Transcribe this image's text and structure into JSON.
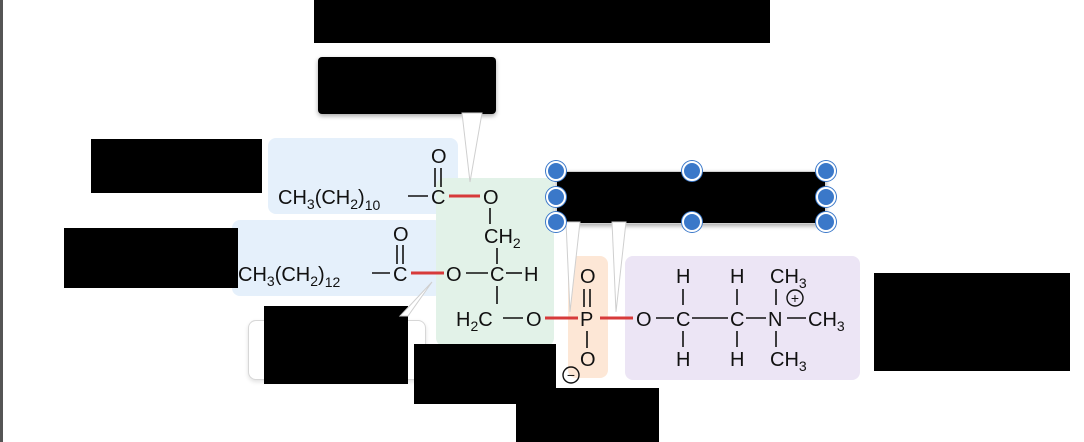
{
  "colors": {
    "fatty_acid_bg": "#e5f0fb",
    "glycerol_bg": "#e2f2e8",
    "phosphate_bg": "#fde7d6",
    "choline_bg": "#ece5f5",
    "ester_bond": "#d73a3a",
    "selection_handle": "#3a78c9"
  },
  "chain1": {
    "ch3": "CH",
    "sub3": "3",
    "ch2": "(CH",
    "sub2": "2",
    "close": ")",
    "n": "10",
    "carbon": "C",
    "oxygen": "O"
  },
  "chain2": {
    "ch3": "CH",
    "sub3": "3",
    "ch2": "(CH",
    "sub2": "2",
    "close": ")",
    "n": "12",
    "carbon": "C",
    "oxygen": "O"
  },
  "glycerol": {
    "o_top": "O",
    "ch2": "CH",
    "ch2_sub": "2",
    "o_mid": "O",
    "c_mid": "C",
    "h_mid": "H",
    "h2c_h": "H",
    "h2c_sub": "2",
    "h2c_c": "C",
    "o_low": "O"
  },
  "phosphate": {
    "o_top": "O",
    "p": "P",
    "o_bottom": "O",
    "charge": "−"
  },
  "choline": {
    "o": "O",
    "c1": "C",
    "c2": "C",
    "n": "N",
    "charge": "+",
    "h1_top": "H",
    "h1_bottom": "H",
    "h2_top": "H",
    "h2_bottom": "H",
    "ch3_top": "CH",
    "ch3_top_sub": "3",
    "ch3_right": "CH",
    "ch3_right_sub": "3",
    "ch3_bottom": "CH",
    "ch3_bottom_sub": "3"
  }
}
